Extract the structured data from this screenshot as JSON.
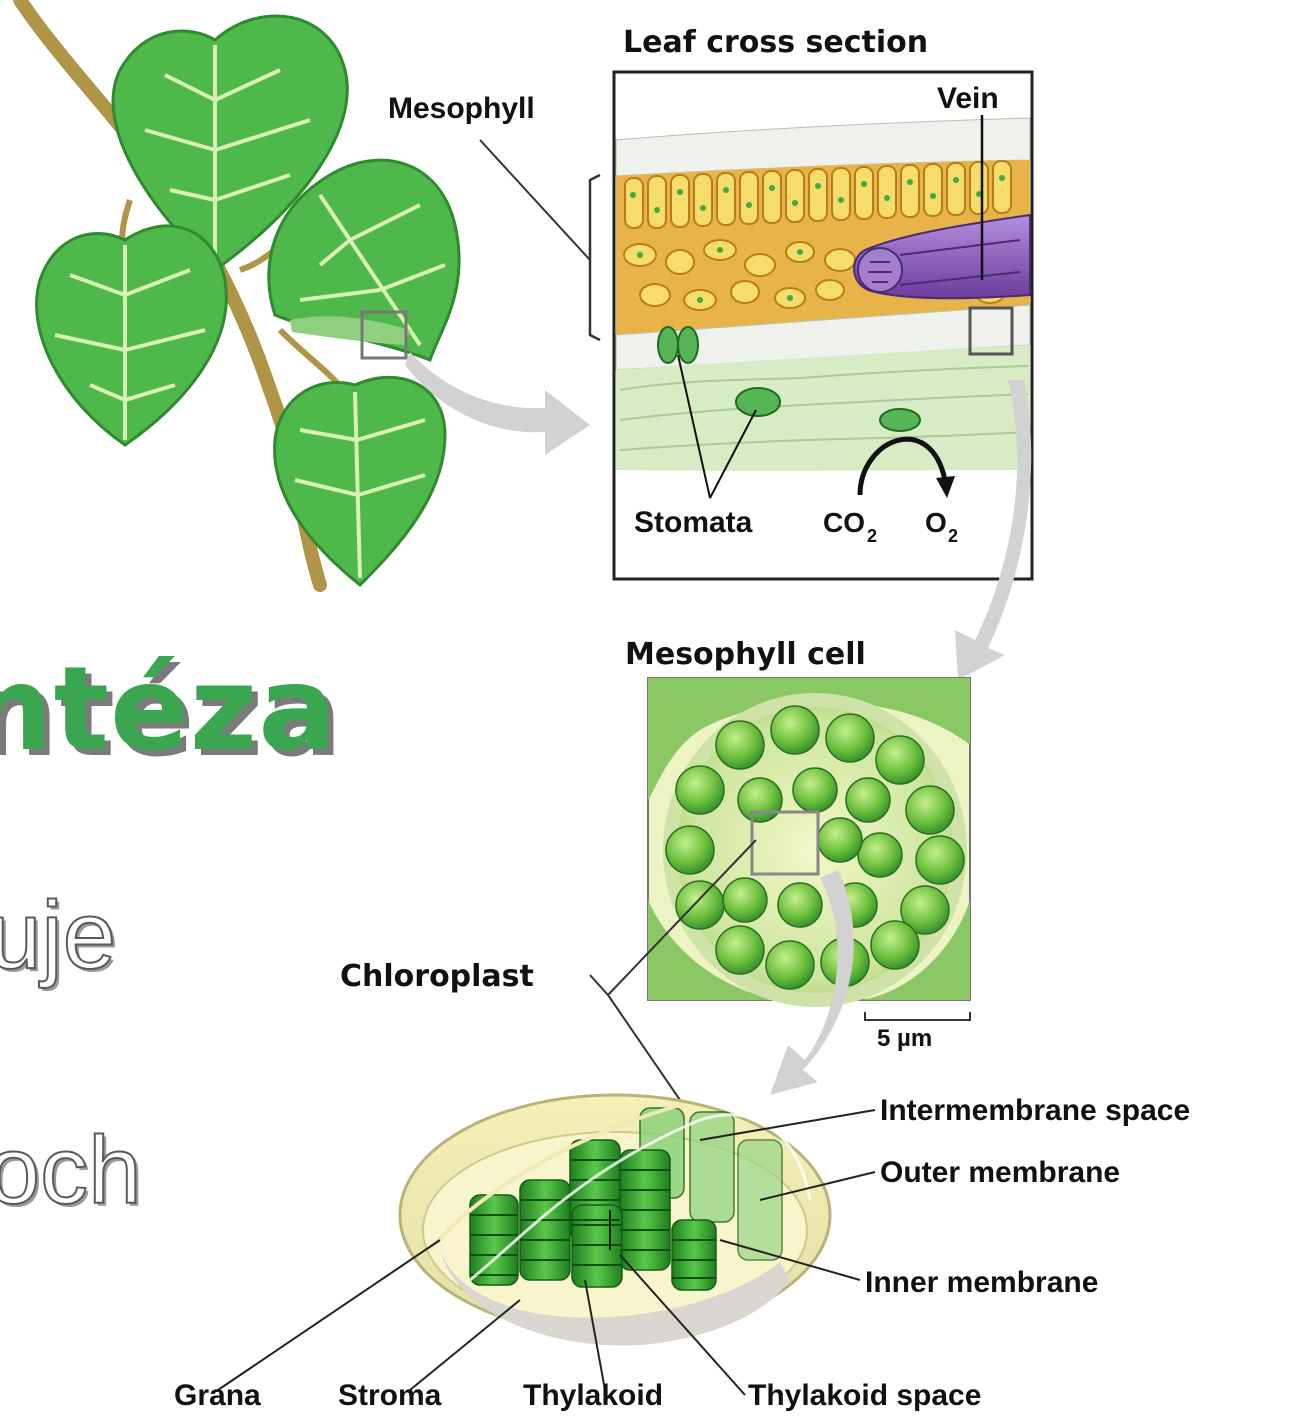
{
  "slide": {
    "title_fragment": "ntéza",
    "bullet_fragments": [
      "uje",
      "toch"
    ]
  },
  "diagram": {
    "headings": {
      "leaf_cross_section": "Leaf cross section",
      "mesophyll_cell": "Mesophyll cell"
    },
    "labels": {
      "mesophyll": "Mesophyll",
      "vein": "Vein",
      "stomata": "Stomata",
      "co2": "CO",
      "co2_sub": "2",
      "o2": "O",
      "o2_sub": "2",
      "chloroplast": "Chloroplast",
      "scale_bar": "5 µm",
      "intermembrane_space": "Intermembrane space",
      "outer_membrane": "Outer membrane",
      "inner_membrane": "Inner membrane",
      "grana": "Grana",
      "stroma": "Stroma",
      "thylakoid": "Thylakoid",
      "thylakoid_space": "Thylakoid space"
    },
    "colors": {
      "leaf_green": "#4fb84a",
      "leaf_vein": "#d9efb4",
      "stem": "#b09448",
      "vein_purple": "#8a5ab8",
      "chloroplast_green": "#2f9a2f",
      "arrow_gray": "#d2d2d2",
      "title_green": "#3aa650"
    }
  }
}
